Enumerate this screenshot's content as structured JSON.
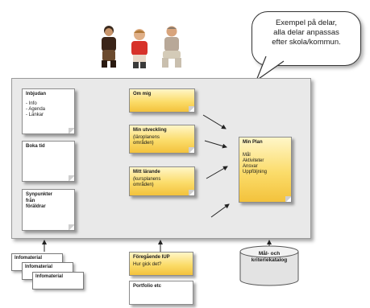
{
  "callout": {
    "text": "Exempel på delar,\nalla delar anpassas\nefter skola/kommun."
  },
  "left_column": [
    {
      "title": "Inbjudan",
      "items": [
        "- Info",
        "- Agenda",
        "- Länkar"
      ]
    },
    {
      "title": "Boka tid"
    },
    {
      "title": "Synpunkter\nfrån\nföräldrar"
    }
  ],
  "middle_column": [
    {
      "title": "Om mig"
    },
    {
      "title": "Min utveckling",
      "subtitle": "(läroplanens\nområden)"
    },
    {
      "title": "Mitt lärande",
      "subtitle": "(kursplanens\nområden)"
    }
  ],
  "plan": {
    "title": "Min Plan",
    "items": [
      "Mål",
      "Aktiviteter",
      "Ansvar",
      "Uppföljning"
    ]
  },
  "bottom": {
    "infomaterial": [
      "Infomaterial",
      "Infomaterial",
      "Infomaterial"
    ],
    "previous_iup": {
      "title": "Föregående IUP",
      "subtitle": "Hur gick det?"
    },
    "portfolio": {
      "title": "Portfolio etc"
    },
    "database": {
      "label": "Mål- och\nkriteriekatalog"
    }
  },
  "people": [
    "person-icon",
    "person-icon",
    "person-icon"
  ],
  "colors": {
    "panel": "#e9e9e9",
    "card_yellow": "#fbdc6a",
    "card_white": "#ffffff",
    "arrow": "#222222"
  }
}
